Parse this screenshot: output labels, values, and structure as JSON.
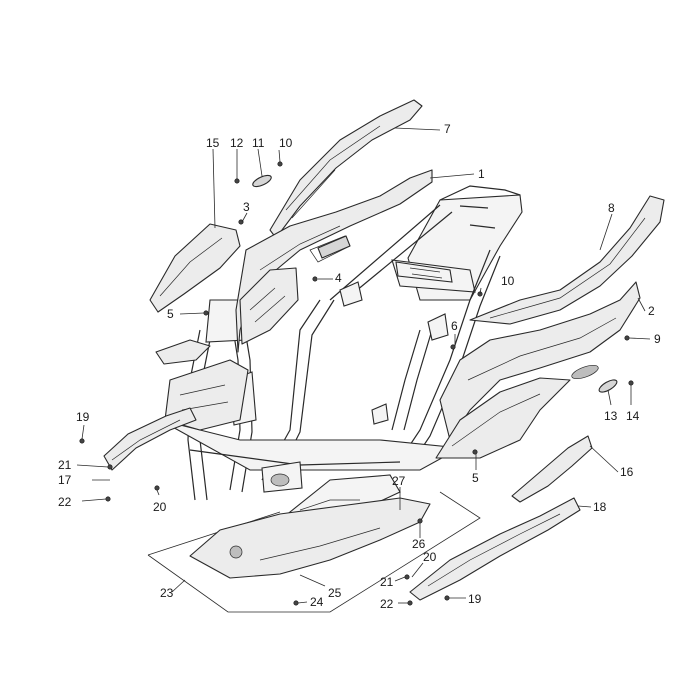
{
  "callouts": [
    {
      "id": "c1",
      "text": "1"
    },
    {
      "id": "c2",
      "text": "2"
    },
    {
      "id": "c3",
      "text": "3"
    },
    {
      "id": "c4",
      "text": "4"
    },
    {
      "id": "c5a",
      "text": "5"
    },
    {
      "id": "c5b",
      "text": "5"
    },
    {
      "id": "c6",
      "text": "6"
    },
    {
      "id": "c7",
      "text": "7"
    },
    {
      "id": "c8",
      "text": "8"
    },
    {
      "id": "c9",
      "text": "9"
    },
    {
      "id": "c10a",
      "text": "10"
    },
    {
      "id": "c10b",
      "text": "10"
    },
    {
      "id": "c11",
      "text": "11"
    },
    {
      "id": "c12",
      "text": "12"
    },
    {
      "id": "c13",
      "text": "13"
    },
    {
      "id": "c14",
      "text": "14"
    },
    {
      "id": "c15",
      "text": "15"
    },
    {
      "id": "c16",
      "text": "16"
    },
    {
      "id": "c17",
      "text": "17"
    },
    {
      "id": "c18",
      "text": "18"
    },
    {
      "id": "c19a",
      "text": "19"
    },
    {
      "id": "c19b",
      "text": "19"
    },
    {
      "id": "c20a",
      "text": "20"
    },
    {
      "id": "c20b",
      "text": "20"
    },
    {
      "id": "c21a",
      "text": "21"
    },
    {
      "id": "c21b",
      "text": "21"
    },
    {
      "id": "c22a",
      "text": "22"
    },
    {
      "id": "c22b",
      "text": "22"
    },
    {
      "id": "c23",
      "text": "23"
    },
    {
      "id": "c24",
      "text": "24"
    },
    {
      "id": "c25",
      "text": "25"
    },
    {
      "id": "c26",
      "text": "26"
    },
    {
      "id": "c27",
      "text": "27"
    }
  ]
}
